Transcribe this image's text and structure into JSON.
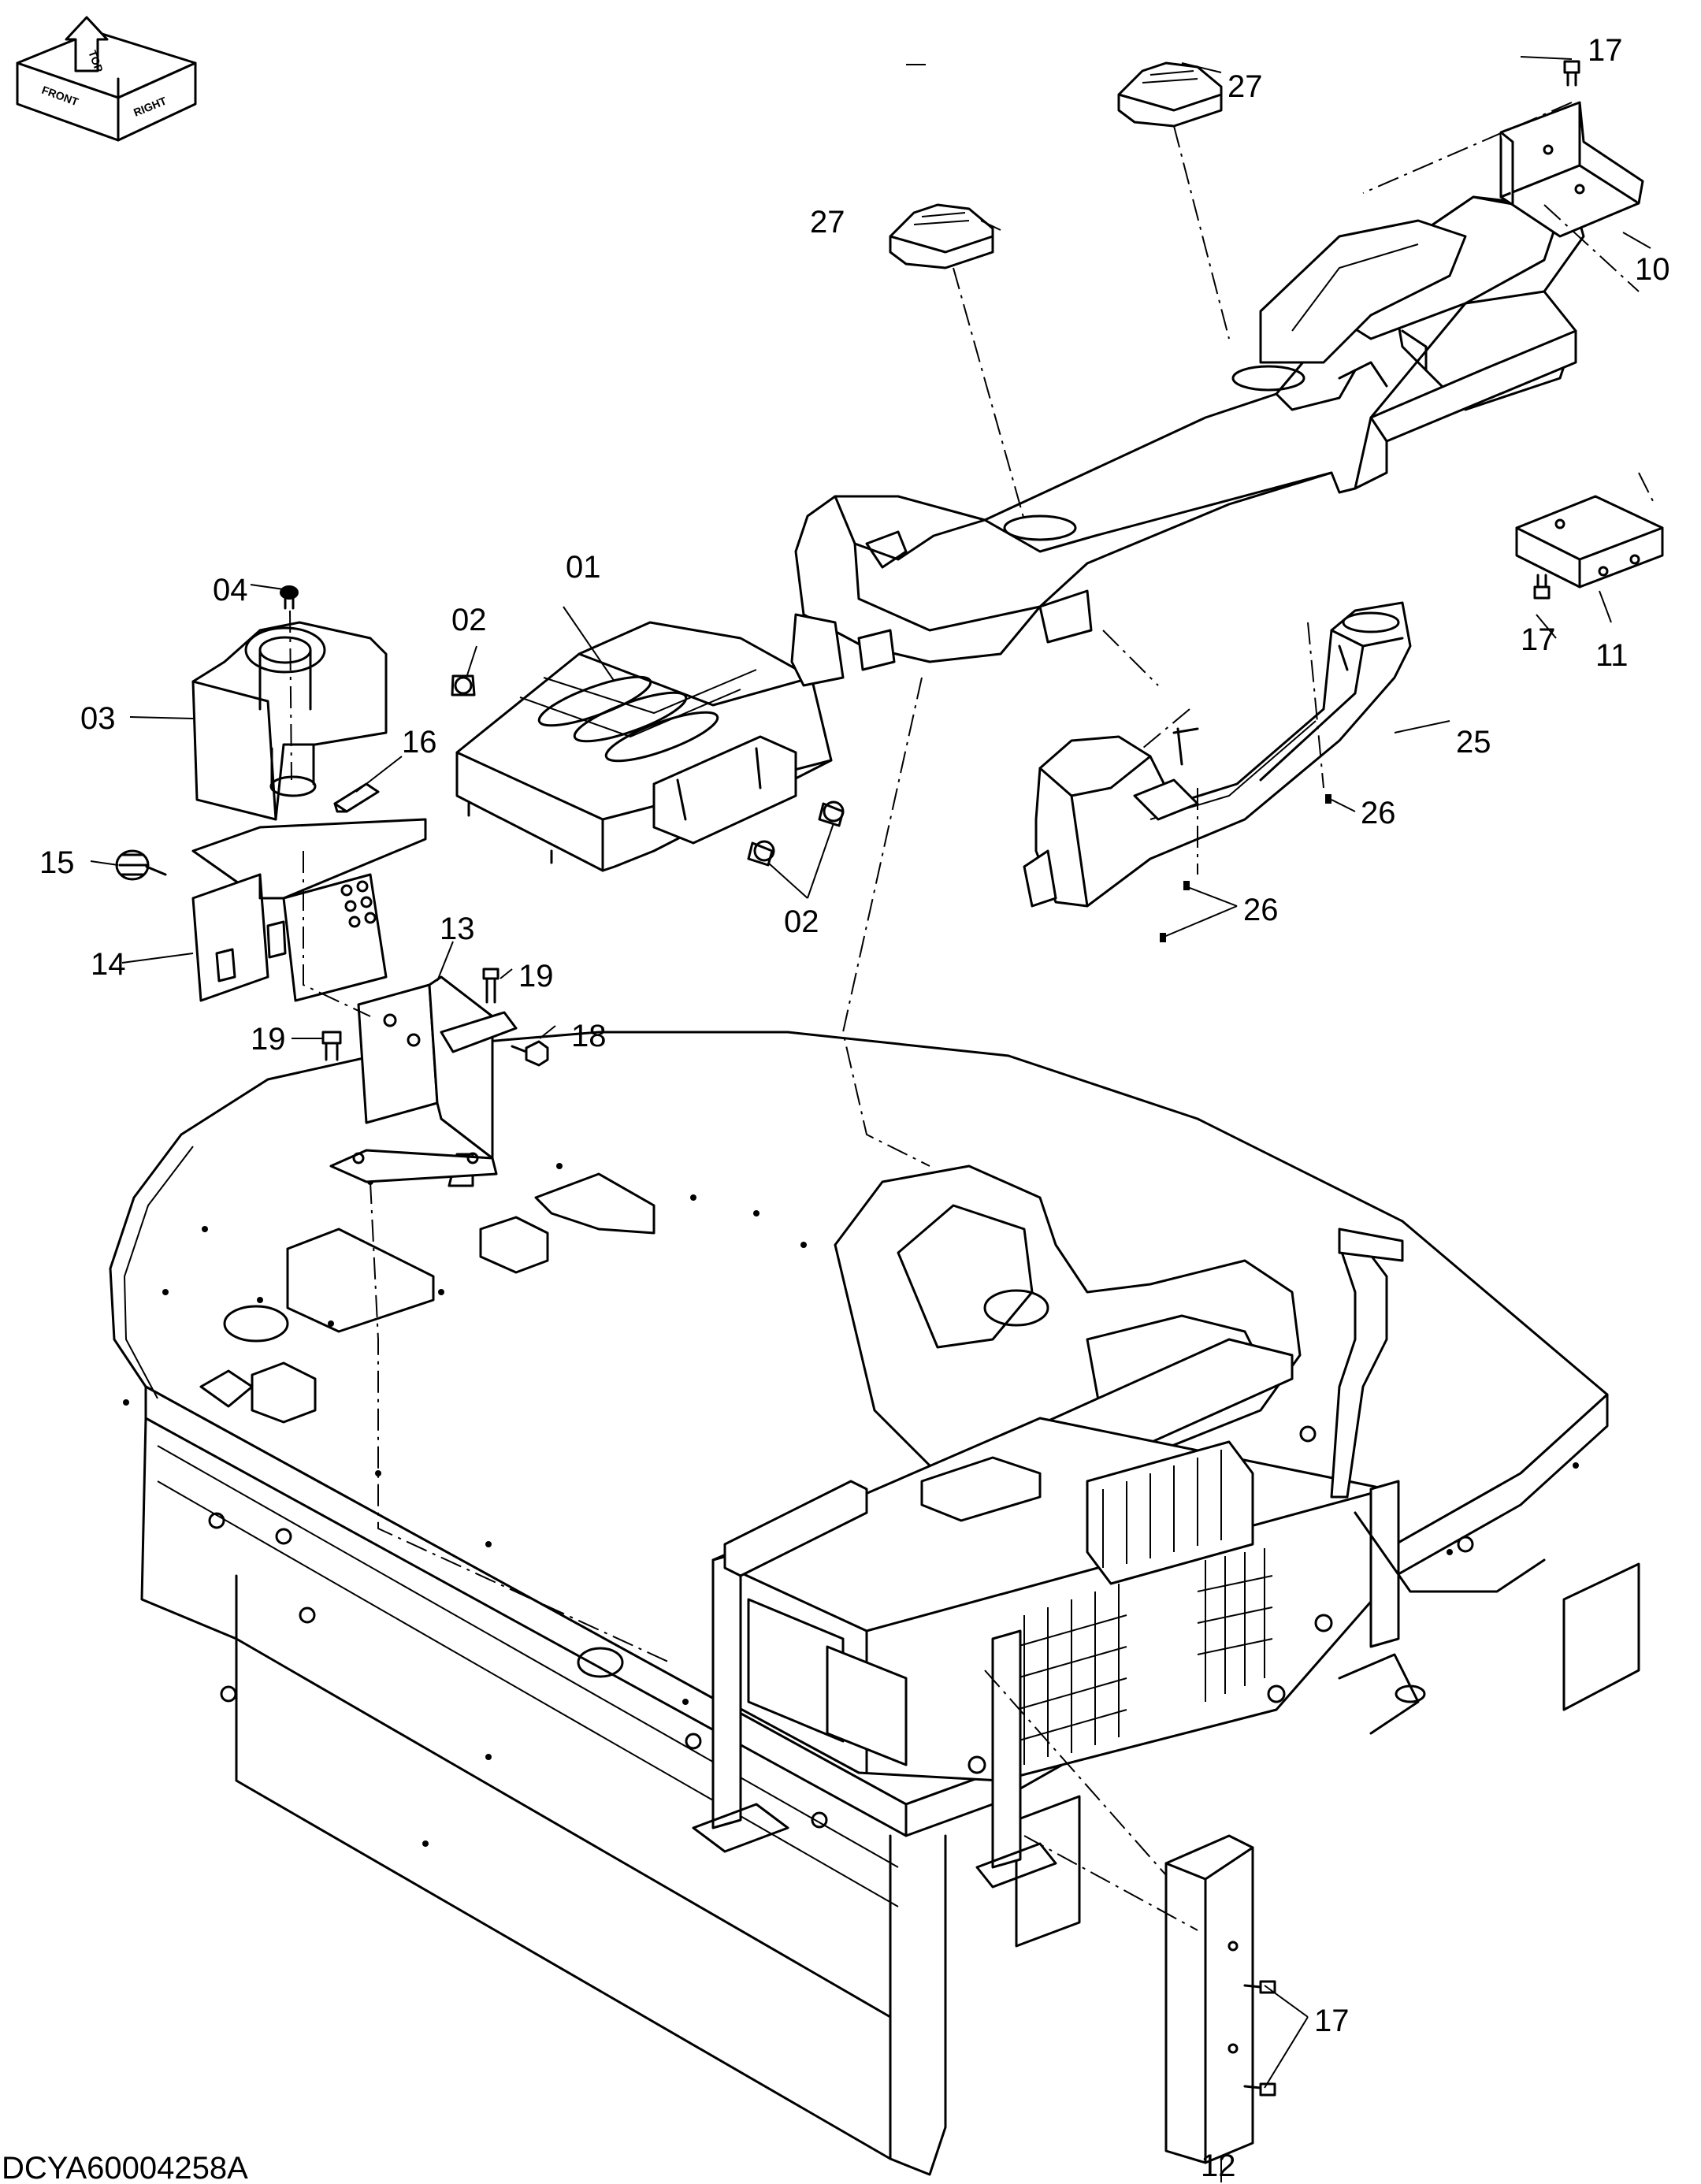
{
  "drawing_ref": "DCYA60004258A",
  "orientation": {
    "top": "TOP",
    "front": "FRONT",
    "right": "RIGHT"
  },
  "callouts": {
    "c01": "01",
    "c02a": "02",
    "c02b": "02",
    "c03": "03",
    "c04": "04",
    "c10": "10",
    "c11": "11",
    "c12": "12",
    "c13": "13",
    "c14": "14",
    "c15": "15",
    "c16": "16",
    "c17a": "17",
    "c17b": "17",
    "c17c": "17",
    "c18": "18",
    "c19a": "19",
    "c19b": "19",
    "c25": "25",
    "c26a": "26",
    "c26b": "26",
    "c27a": "27",
    "c27b": "27"
  }
}
